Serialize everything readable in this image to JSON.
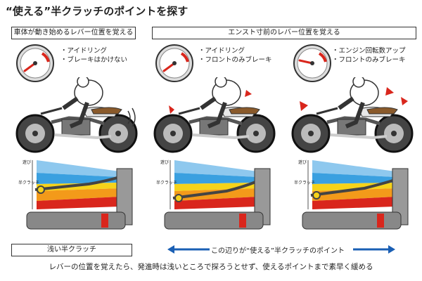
{
  "title": "“使える”半クラッチのポイントを探す",
  "header_left": "車体が動き始めるレバー位置を覚える",
  "header_right": "エンスト寸前のレバー位置を覚える",
  "panels": [
    {
      "bullets": [
        "・アイドリング",
        "・ブレーキはかけない"
      ]
    },
    {
      "bullets": [
        "・アイドリング",
        "・フロントのみブレーキ"
      ]
    },
    {
      "bullets": [
        "・エンジン回転数アップ",
        "・フロントのみブレーキ"
      ]
    }
  ],
  "lever_labels": {
    "play": "遊び",
    "half_clutch": "半クラッチ"
  },
  "bottom_left": "浅い半クラッチ",
  "bottom_arrow_text": "この辺りが“使える”半クラッチのポイント",
  "footer": "レバーの位置を覚えたら、発進時は浅いところで探ろうとせず、使えるポイントまで素早く緩める",
  "colors": {
    "arrow": "#1a5fb4",
    "red": "#d9261c",
    "yellow": "#f6d31a",
    "blue": "#3aa0e0"
  }
}
